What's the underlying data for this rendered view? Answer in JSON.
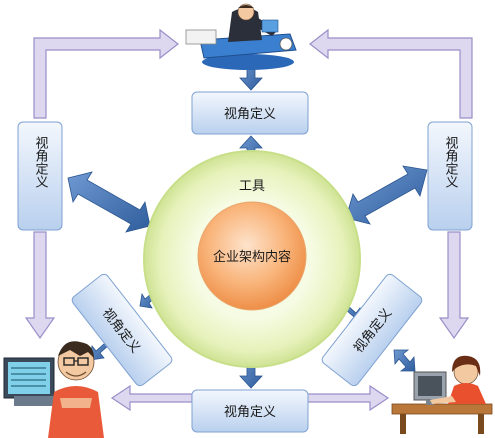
{
  "diagram": {
    "center_label": "企业架构内容",
    "ring_label": "工具",
    "view_label_top": "视角定义",
    "view_label_left": "视角定义",
    "view_label_right": "视角定义",
    "view_label_bottom_left": "视角定义",
    "view_label_bottom_right": "视角定义",
    "view_label_bottom": "视角定义"
  },
  "colors": {
    "box_fill_light": "#eaf1fb",
    "box_fill_dark": "#b9d0ee",
    "box_stroke": "#7fa2d1",
    "ring_outer": "#eef6cc",
    "ring_edge": "#c8df8a",
    "core_light": "#fbd0a9",
    "core_dark": "#f0964f",
    "arrow_blue": "#3f6fae",
    "arrow_purple_fill": "#ddd7f0",
    "arrow_purple_stroke": "#9a8fc7"
  },
  "icons": [
    "businessman-at-desk-icon",
    "engineer-with-monitors-icon",
    "woman-at-computer-icon"
  ]
}
